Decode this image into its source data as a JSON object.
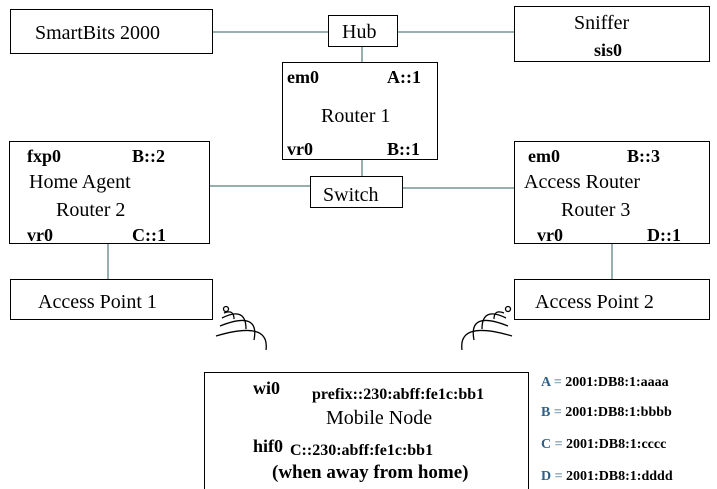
{
  "colors": {
    "line": "#2f5f5f",
    "box_border": "#000000",
    "legend_key": "#2f5f86"
  },
  "nodes": {
    "smartbits": {
      "label": "SmartBits 2000"
    },
    "hub": {
      "label": "Hub"
    },
    "sniffer": {
      "label": "Sniffer",
      "iface": "sis0"
    },
    "router1": {
      "label": "Router 1",
      "if_top": "em0",
      "addr_top": "A::1",
      "if_bottom": "vr0",
      "addr_bottom": "B::1"
    },
    "switch": {
      "label": "Switch"
    },
    "router2": {
      "label_line1": "Home Agent",
      "label_line2": "Router 2",
      "if_top": "fxp0",
      "addr_top": "B::2",
      "if_bottom": "vr0",
      "addr_bottom": "C::1"
    },
    "router3": {
      "label_line1": "Access Router",
      "label_line2": "Router 3",
      "if_top": "em0",
      "addr_top": "B::3",
      "if_bottom": "vr0",
      "addr_bottom": "D::1"
    },
    "ap1": {
      "label": "Access Point 1"
    },
    "ap2": {
      "label": "Access Point 2"
    },
    "mobile": {
      "label": "Mobile Node",
      "if_wireless": "wi0",
      "addr_wireless": "prefix::230:abff:fe1c:bb1",
      "if_home": "hif0",
      "addr_home": "C::230:abff:fe1c:bb1",
      "note": "(when away from home)"
    }
  },
  "legend": [
    {
      "key": "A",
      "eq": "=",
      "value": "2001:DB8:1:aaaa"
    },
    {
      "key": "B",
      "eq": "=",
      "value": "2001:DB8:1:bbbb"
    },
    {
      "key": "C",
      "eq": "=",
      "value": "2001:DB8:1:cccc"
    },
    {
      "key": "D",
      "eq": "=",
      "value": "2001:DB8:1:dddd"
    }
  ]
}
